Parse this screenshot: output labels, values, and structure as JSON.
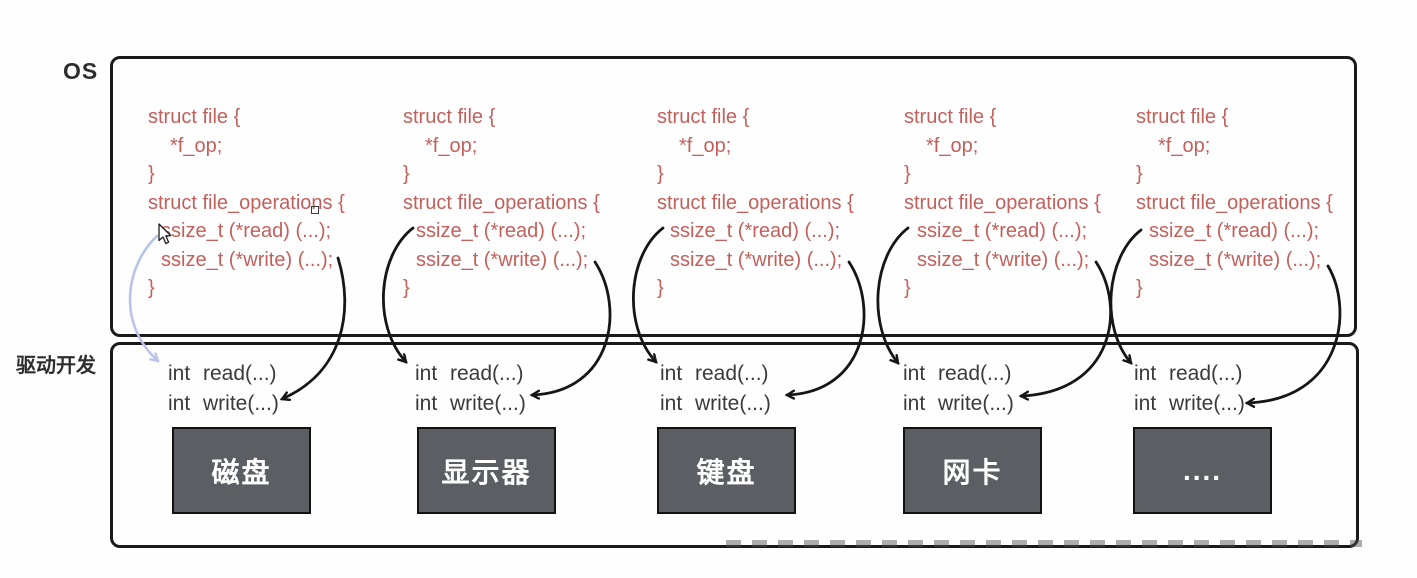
{
  "labels": {
    "os": "OS",
    "driver": "驱动开发"
  },
  "code": {
    "lines": [
      {
        "text": "struct file {",
        "indent": 0
      },
      {
        "text": "*f_op;",
        "indent": 2
      },
      {
        "text": "}",
        "indent": 0
      },
      {
        "text": "struct file_operations {",
        "indent": 0
      },
      {
        "text": "ssize_t (*read) (...);",
        "indent": 1
      },
      {
        "text": "ssize_t (*write) (...);",
        "indent": 1
      },
      {
        "text": "}",
        "indent": 0
      }
    ]
  },
  "functions": [
    "int read(...)",
    "int write(...)"
  ],
  "devices": [
    {
      "label": "磁盘"
    },
    {
      "label": "显示器"
    },
    {
      "label": "键盘"
    },
    {
      "label": "网卡"
    },
    {
      "label": "...."
    }
  ],
  "colors": {
    "code_text": "#c2605c",
    "function_text": "#3a3a3a",
    "box_border": "#1a1a1a",
    "device_fill": "#5b5f64",
    "device_text": "#ffffff",
    "arrow": "#161616",
    "pen_arrow": "#b8c4e9"
  }
}
